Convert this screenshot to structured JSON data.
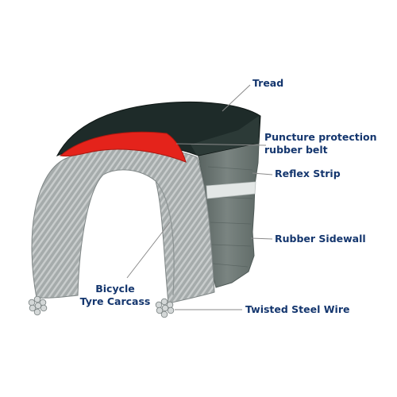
{
  "colors": {
    "label_text": "#14366e",
    "leader_line": "#8a8a8a",
    "tread": "#1e2b29",
    "sidewall": "#6d7774",
    "carcass": "#a5abab",
    "carcass_stripe": "#c9cdcd",
    "puncture_belt": "#e4231b",
    "reflex_strip": "#e3e7e6",
    "steel_wire": "#d4d8d8"
  },
  "labels": {
    "tread": "Tread",
    "puncture_belt": [
      "Puncture protection",
      "rubber belt"
    ],
    "reflex_strip": "Reflex Strip",
    "rubber_sidewall": "Rubber Sidewall",
    "carcass": [
      "Bicycle",
      "Tyre Carcass"
    ],
    "steel_wire": "Twisted Steel Wire"
  }
}
